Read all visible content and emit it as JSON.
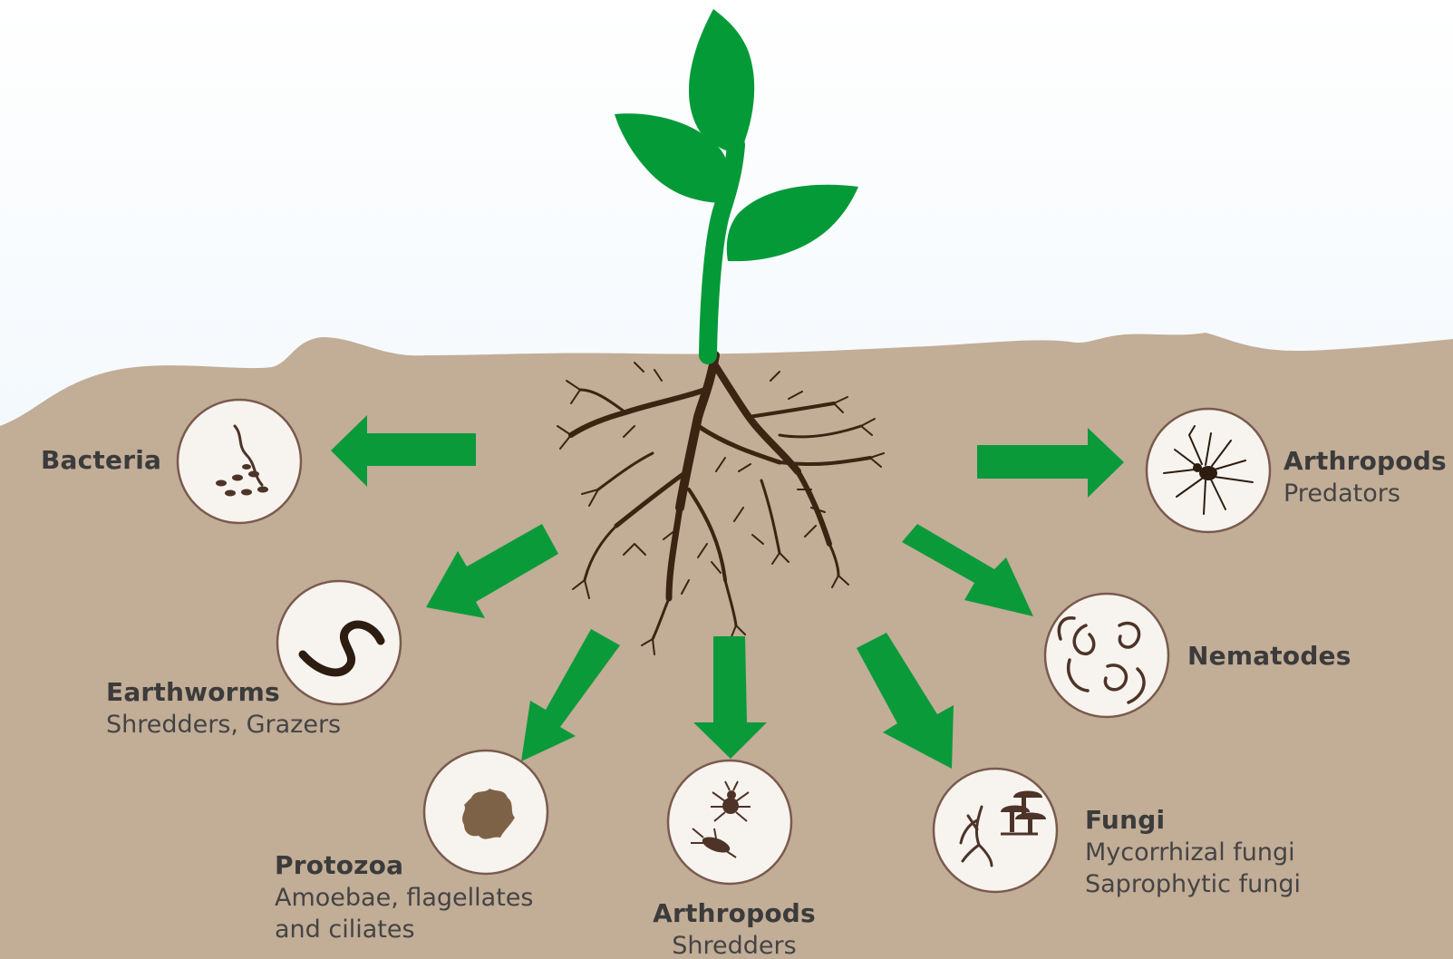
{
  "diagram": {
    "nodes": [
      {
        "id": "bacteria",
        "title": "Bacteria",
        "subtitle": []
      },
      {
        "id": "earthworms",
        "title": "Earthworms",
        "subtitle": [
          "Shredders, Grazers"
        ]
      },
      {
        "id": "protozoa",
        "title": "Protozoa",
        "subtitle": [
          "Amoebae, flagellates",
          "and ciliates"
        ]
      },
      {
        "id": "arthropods-shredders",
        "title": "Arthropods",
        "subtitle": [
          "Shredders"
        ]
      },
      {
        "id": "fungi",
        "title": "Fungi",
        "subtitle": [
          "Mycorrhizal fungi",
          "Saprophytic fungi"
        ]
      },
      {
        "id": "nematodes",
        "title": "Nematodes",
        "subtitle": []
      },
      {
        "id": "arthropods-predators",
        "title": "Arthropods",
        "subtitle": [
          "Predators"
        ]
      }
    ],
    "colors": {
      "sky_top": "#ffffff",
      "sky_bottom": "#e8f2fa",
      "soil": "#c2ad97",
      "arrow": "#0a9a3a",
      "leaf": "#059a38",
      "root": "#3b2412",
      "circle_fill": "#f7f4ef",
      "circle_stroke": "#7a5a4e",
      "icon": "#4e3328",
      "icon_protozoa": "#7e6248",
      "text": "#3b3b3b"
    }
  }
}
